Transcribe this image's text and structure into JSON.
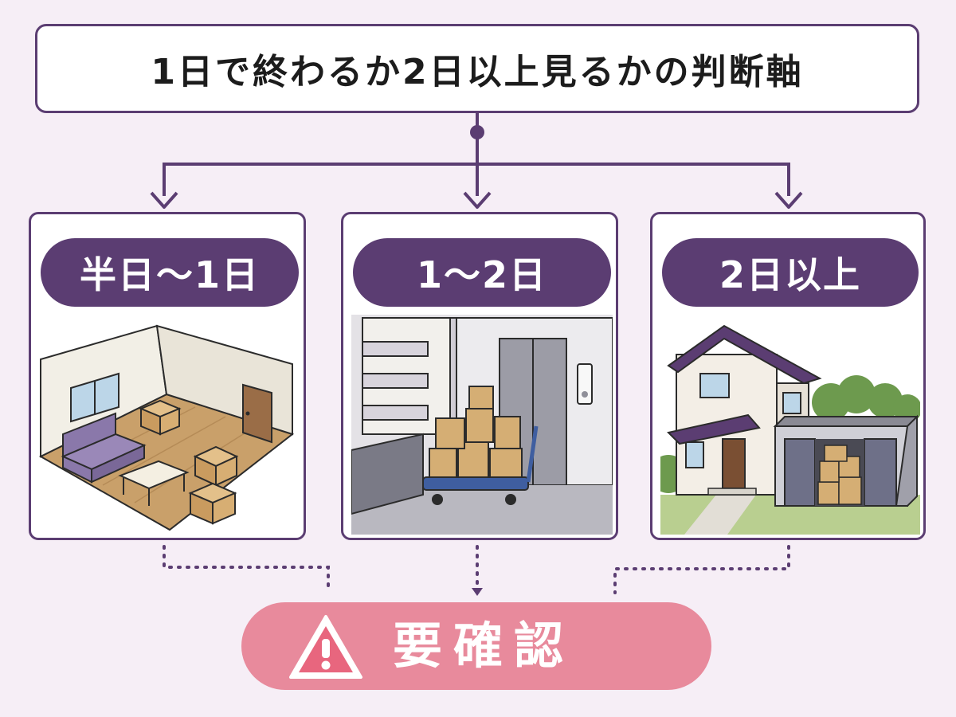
{
  "title": "1日で終わるか2日以上見るかの判断軸",
  "options": [
    {
      "label": "半日〜1日",
      "scene": "room-illustration"
    },
    {
      "label": "1〜2日",
      "scene": "apartment-elevator-illustration"
    },
    {
      "label": "2日以上",
      "scene": "house-storage-illustration"
    }
  ],
  "warning": {
    "label": "要確認",
    "icon": "warning-icon"
  },
  "colors": {
    "accent": "#5b3d72",
    "warning": "#e88a9c",
    "background": "#f6eef6"
  }
}
